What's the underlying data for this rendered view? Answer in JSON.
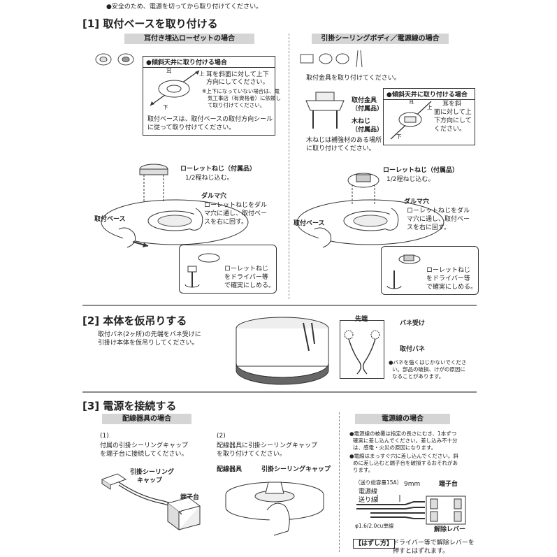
{
  "top_notice": "●安全のため、電源を切ってから取り付けてください。",
  "s1": {
    "title": "[1] 取付ベースを取り付ける",
    "left": {
      "banner": "耳付き埋込ローゼットの場合",
      "box_title": "●傾斜天井に取り付ける場合",
      "ear_note_1": "耳を斜面に対して上下",
      "ear_note_2": "方向にしてください。",
      "warn_1": "※上下になっていない場合は、電",
      "warn_2": "気工事店（有資格者）に依頼し",
      "warn_3": "て取り付けてください。",
      "label_ear": "耳",
      "label_up": "上",
      "label_down": "下",
      "seal_1": "取付ベースは、取付ベースの取付方向シール",
      "seal_2": "に従って取り付けてください。",
      "knurl_title": "ローレットねじ（付属品）",
      "knurl_sub": "1/2程ねじ込む。",
      "daruma_title": "ダルマ穴",
      "daruma_1": "ローレットねじをダル",
      "daruma_2": "マ穴に通し、取付ベー",
      "daruma_3": "スを右に回す。",
      "base_label": "取付ベース",
      "inset_1": "ローレットねじ",
      "inset_2": "をドライバー等",
      "inset_3": "で確実にしめる。"
    },
    "right": {
      "banner": "引掛シーリングボディ／電源線の場合",
      "fitting_note": "取付金具を取り付けてください。",
      "bracket_1": "取付金具",
      "bracket_2": "（付属品）",
      "wood_1": "木ねじ",
      "wood_2": "（付属品）",
      "screw_1": "木ねじは補強材のある場所",
      "screw_2": "に取り付けてください。",
      "box_title": "●傾斜天井に取り付ける場合",
      "ear_1": "耳を斜",
      "ear_2": "面に対して上",
      "ear_3": "下方向にして",
      "ear_4": "ください。",
      "label_ear": "耳",
      "label_up": "上",
      "label_down": "下",
      "knurl_title": "ローレットねじ（付属品）",
      "knurl_sub": "1/2程ねじ込む。",
      "daruma_title": "ダルマ穴",
      "daruma_1": "ローレットねじをダル",
      "daruma_2": "マ穴に通し、取付ベー",
      "daruma_3": "スを右に回す。",
      "base_label": "取付ベース",
      "inset_1": "ローレットねじ",
      "inset_2": "をドライバー等",
      "inset_3": "で確実にしめる。"
    }
  },
  "s2": {
    "title": "[2] 本体を仮吊りする",
    "desc_1": "取付バネ(2ヶ所)の先端をバネ受けに",
    "desc_2": "引掛け本体を仮吊りしてください。",
    "tip": "先端",
    "spring_receiver": "バネ受け",
    "spring": "取付バネ",
    "caution_1": "●バネを強くはじかないでくださ",
    "caution_2": "い。部品の破損、けがの原因に",
    "caution_3": "なることがあります。"
  },
  "s3": {
    "title": "[3] 電源を接続する",
    "wiring_banner": "配線器具の場合",
    "step1_num": "(1)",
    "step1_1": "付属の引掛シーリングキャップ",
    "step1_2": "を端子台に接続してください。",
    "cap_1": "引掛シーリング",
    "cap_2": "キャップ",
    "terminal": "端子台",
    "step2_num": "(2)",
    "step2_1": "配線器具に引掛シーリングキャップ",
    "step2_2": "を取り付けてください。",
    "device_label": "配線器具",
    "cap_label": "引掛シーリングキャップ",
    "power_banner": "電源線の場合",
    "note1_1": "●電源線の被覆は指定の長さにむき、1本ずつ",
    "note1_2": "確実に差し込んでください。差し込み不十分",
    "note1_3": "は、感電・火災の原因になります。",
    "note2_1": "●電線はまっすぐ穴に差し込んでください。斜",
    "note2_2": "めに差し込むと端子台を破損するおそれがあ",
    "note2_3": "ります。",
    "capacity": "（送り総容量15A）",
    "power_line": "電源線",
    "feed_line": "送り線",
    "strip_length": "9mm",
    "wire_spec": "φ1.6/2.0cu単線",
    "release_lever": "解除レバー",
    "removal_label": "【はずし方】",
    "removal_1": "ドライバー等で解除レバーを",
    "removal_2": "押すとはずれます。"
  }
}
